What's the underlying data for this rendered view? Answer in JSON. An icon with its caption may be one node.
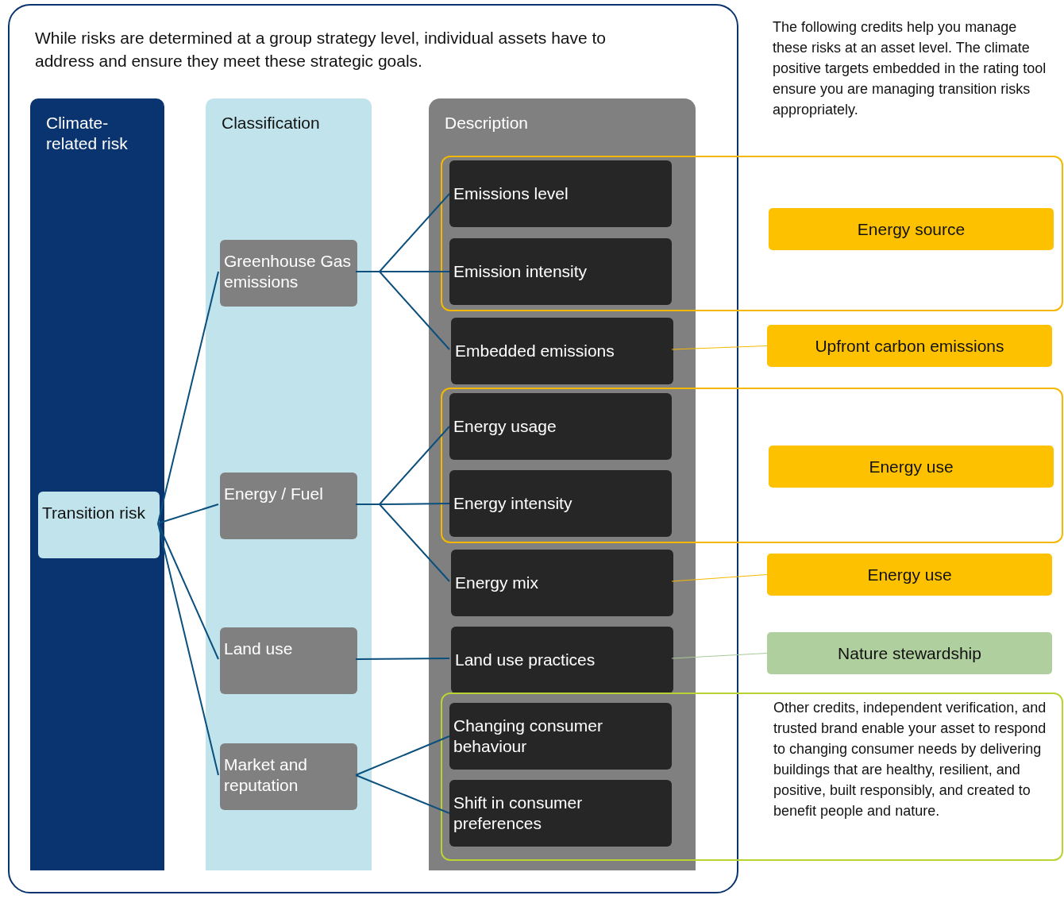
{
  "diagram": {
    "nodes": [
      {
        "text": [
          "While risks are determined at a group strategy level, individual assets have to address and ensure they meet these strategic goals."
        ]
      },
      {
        "text": [
          "Climate-related risk"
        ],
        "in": 0
      },
      {
        "text": [
          "Transition risk"
        ],
        "in": 1
      },
      {
        "text": [
          "Classification"
        ],
        "in": 0
      },
      {
        "text": [
          "Greenhouse Gas emissions"
        ],
        "in": 3
      },
      {
        "text": [
          "Energy / Fuel"
        ],
        "in": 3
      },
      {
        "text": [
          "Land use"
        ],
        "in": 3
      },
      {
        "text": [
          "Market and reputation"
        ],
        "in": 3
      },
      {
        "text": [
          "Description"
        ],
        "in": 0
      },
      {
        "text": [],
        "shape": "box"
      },
      {
        "text": [
          "Emissions level"
        ]
      },
      {
        "text": [
          "Emission intensity"
        ]
      },
      {
        "text": [
          "Energy source"
        ],
        "in": 9
      },
      {
        "text": [
          "Embedded emissions"
        ],
        "in": 8
      },
      {
        "text": [
          "Upfront carbon emissions"
        ]
      },
      {
        "text": [],
        "shape": "box"
      },
      {
        "text": [
          "Energy usage"
        ]
      },
      {
        "text": [
          "Energy intensity"
        ]
      },
      {
        "text": [
          "Energy use"
        ],
        "in": 15
      },
      {
        "text": [
          "Energy mix"
        ],
        "in": 8
      },
      {
        "text": [
          "Energy use"
        ]
      },
      {
        "text": [
          "Land use practices"
        ],
        "in": 8
      },
      {
        "text": [
          "Nature stewardship"
        ]
      },
      {
        "text": [
          "Other credits, independent verification, and trusted brand enable your asset to respond to changing consumer needs by delivering buildings that are healthy, resilient, and positive, built responsibly, and created to benefit people and nature."
        ]
      },
      {
        "text": [
          "Changing consumer behaviour"
        ]
      },
      {
        "text": [
          "Shift in consumer preferences"
        ]
      }
    ],
    "edges": [
      {
        "from": 2,
        "to": 4,
        "arrow": "none"
      },
      {
        "from": 2,
        "to": 5,
        "arrow": "none"
      },
      {
        "from": 2,
        "to": 6,
        "arrow": "none"
      },
      {
        "from": 2,
        "to": 7,
        "arrow": "none"
      },
      {
        "from": 4,
        "to": 10,
        "arrow": "none"
      },
      {
        "from": 4,
        "to": 11,
        "arrow": "none"
      },
      {
        "from": 4,
        "to": 13,
        "arrow": "none"
      },
      {
        "from": 5,
        "to": 16,
        "arrow": "none"
      },
      {
        "from": 5,
        "to": 17,
        "arrow": "none"
      },
      {
        "from": 5,
        "to": 19,
        "arrow": "none"
      },
      {
        "from": 6,
        "to": 21,
        "arrow": "none"
      },
      {
        "from": 7,
        "to": 24,
        "arrow": "none"
      },
      {
        "from": 7,
        "to": 25,
        "arrow": "none"
      },
      {
        "from": 13,
        "to": 14,
        "arrow": "none",
        "color": "#f5b800"
      },
      {
        "from": 19,
        "to": 20,
        "arrow": "none",
        "color": "#f5b800"
      },
      {
        "from": 21,
        "to": 22,
        "arrow": "none",
        "color": "#a8c99a"
      }
    ],
    "labels": [
      "The following credits help you manage these risks at an asset level. The climate positive targets embedded in the rating tool ensure you are managing transition risks appropriately."
    ]
  }
}
